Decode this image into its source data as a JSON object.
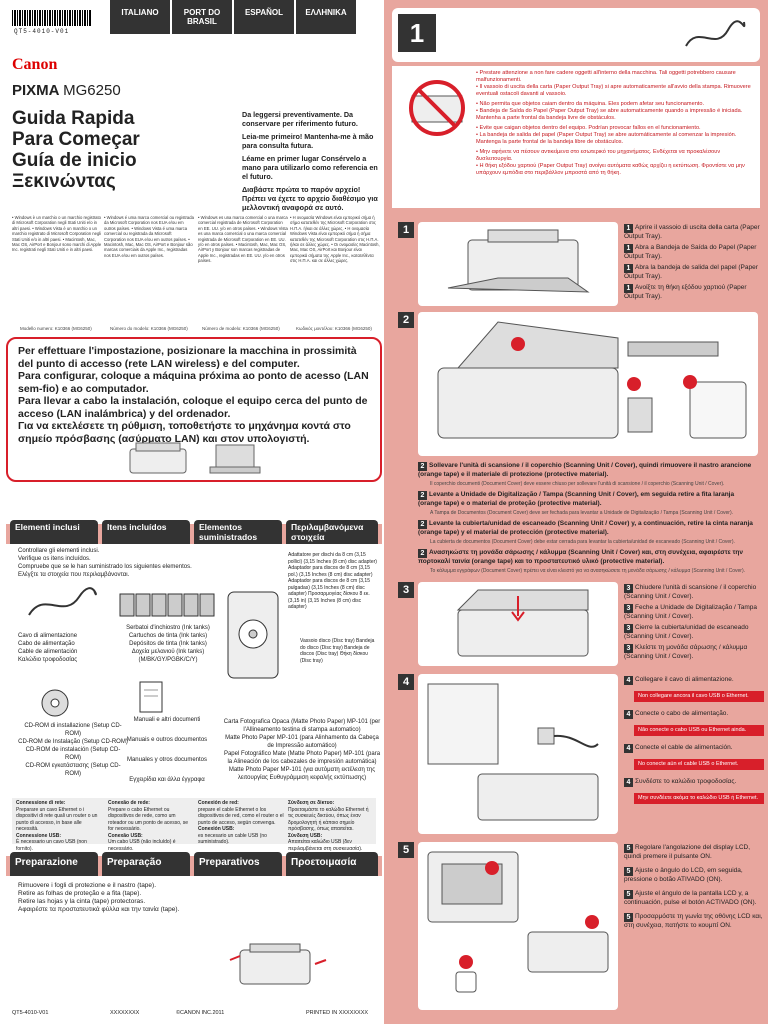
{
  "languages": [
    "ITALIANO",
    "PORT DO BRASIL",
    "ESPAÑOL",
    "ΕΛΛΗΝΙΚΑ"
  ],
  "barcode_text": "QT5-4010-V01",
  "brand": "Canon",
  "product": {
    "line": "PIXMA",
    "model": "MG6250"
  },
  "titles": [
    "Guida Rapida",
    "Para Começar",
    "Guía de inicio",
    "Ξεκινώντας"
  ],
  "keep_notes": [
    "Da leggersi preventivamente. Da conservare per riferimento futuro.",
    "Leia-me primeiro! Mantenha-me à mão para consulta futura.",
    "Léame en primer lugar Consérvelo a mano para utilizarlo como referencia en el futuro.",
    "Διαβάστε πρώτα το παρόν αρχείο! Πρέπει να έχετε το αρχείο διαθέσιμο για μελλοντική αναφορά σε αυτό."
  ],
  "legal": [
    "• Windows è un marchio o un marchio registrato di Microsoft Corporation negli Stati Uniti e/o in altri paesi. • Windows Vista è un marchio o un marchio registrato di Microsoft Corporation negli Stati Uniti e/o in altri paesi. • Macintosh, Mac, Mac OS, AirPort e Bonjour sono marchi di Apple Inc. registrati negli Stati Uniti e in altri paesi.",
    "• Windows é uma marca comercial ou registrada da Microsoft Corporation nos EUA e/ou em outros países. • Windows Vista é uma marca comercial ou registrada da Microsoft Corporation nos EUA e/ou em outros países. • Macintosh, Mac, Mac OS, AirPort e Bonjour são marcas comerciais da Apple Inc., registradas nos EUA e/ou em outros países.",
    "• Windows es una marca comercial o una marca comercial registrada de Microsoft Corporation en EE. UU. y/o en otros países. • Windows Vista es una marca comercial o una marca comercial registrada de Microsoft Corporation en EE. UU. y/o en otros países. • Macintosh, Mac, Mac OS, AirPort y Bonjour son marcas registradas de Apple Inc., registradas en EE. UU. y/o en otros países.",
    "• Η ονομασία Windows είναι εμπορικό σήμα ή σήμα κατατεθέν της Microsoft Corporation στις Η.Π.Α. ή/και σε άλλες χώρες. • Η ονομασία Windows Vista είναι εμπορικό σήμα ή σήμα κατατεθέν της Microsoft Corporation στις Η.Π.Α. ή/και σε άλλες χώρες. • Οι ονομασίες Macintosh, Mac, Mac OS, AirPort και Bonjour είναι εμπορικά σήματα της Apple Inc., κατατεθέντα στις Η.Π.Α. και σε άλλες χώρες."
  ],
  "model_numbers": [
    "Modello numero: K10366 (MG6250)",
    "Número do modelo: K10366 (MG6250)",
    "Número de modelo: K10366 (MG6250)",
    "Κωδικός μοντέλου: K10366 (MG6250)"
  ],
  "wireless_warning": [
    "Per effettuare l'impostazione, posizionare la macchina in prossimità del punto di accesso (rete LAN wireless) e del computer.",
    "Para configurar, coloque a máquina próxima ao ponto de acesso (LAN sem-fio) e ao computador.",
    "Para llevar a cabo la instalación, coloque el equipo cerca del punto de acceso (LAN inalámbrica) y del ordenador.",
    "Για να εκτελέσετε τη ρύθμιση, τοποθετήστε το μηχάνημα κοντά στο σημείο πρόσβασης (ασύρματο LAN) και στον υπολογιστή."
  ],
  "contents_tabs": [
    "Elementi inclusi",
    "Itens incluídos",
    "Elementos suministrados",
    "Περιλαμβανόμενα στοιχεία"
  ],
  "contents_intro": [
    "Controllare gli elementi inclusi.",
    "Verifique os itens incluídos.",
    "Compruebe que se le han suministrado los siguientes elementos.",
    "Ελέγξτε τα στοιχεία που περιλαμβάνονται."
  ],
  "adapter_label": "Adattatore per dischi da 8 cm (3,15 pollici) (3,15 Inches (8 cm) disc adapter) Adaptador para discos de 8 cm (3,15 pol.) (3,15 Inches (8 cm) disc adapter) Adaptador para discos de 8 cm (3,15 pulgadas) (3,15 Inches (8 cm) disc adapter) Προσαρμογέας δίσκου 8 εκ. (3,15 in) (3,15 Inches (8 cm) disc adapter)",
  "disc_tray_label": "Vassoio disco (Disc tray) Bandeja do disco (Disc tray) Bandeja de discos (Disc tray) Θήκη δίσκου (Disc tray)",
  "power_cord_label": [
    "Cavo di alimentazione",
    "Cabo de alimentação",
    "Cable de alimentación",
    "Καλώδιο τροφοδοσίας"
  ],
  "ink_label": [
    "Serbatoi d'inchiostro (Ink tanks)",
    "Cartuchos de tinta (Ink tanks)",
    "Depósitos de tinta (Ink tanks)",
    "Δοχεία μελανιού (Ink tanks)",
    "(M/BK/GY/PGBK/C/Y)"
  ],
  "cdrom_label": [
    "CD-ROM di installazione (Setup CD-ROM)",
    "CD-ROM de Instalação (Setup CD-ROM)",
    "CD-ROM de instalación (Setup CD-ROM)",
    "CD-ROM εγκατάστασης (Setup CD-ROM)"
  ],
  "manuals_label": [
    "Manuali e altri documenti",
    "Manuais e outros documentos",
    "Manuales y otros documentos",
    "Εγχειρίδια και άλλα έγγραφα"
  ],
  "photo_paper_label": [
    "Carta Fotografica Opaca (Matte Photo Paper) MP-101 (per l'Allineamento testina di stampa automatico)",
    "Matte Photo Paper MP-101 (para Alinhamento da Cabeça de Impressão automático)",
    "Papel Fotográfico Mate (Matte Photo Paper) MP-101 (para la Alineación de los cabezales de impresión automática)",
    "Matte Photo Paper MP-101 (για αυτόματη εκτέλεση της λειτουργίας Ευθυγράμμιση κεφαλής εκτύπωσης)"
  ],
  "connection": [
    {
      "title": "Connessione di rete:",
      "text": "Preparare un cavo Ethernet o i dispositivi di rete quali un router o un punto di accesso, in base alle necessità.",
      "usb_title": "Connessione USB:",
      "usb_text": "È necessario un cavo USB (non fornito)."
    },
    {
      "title": "Conexão de rede:",
      "text": "Prepare o cabo Ethernet ou dispositivos de rede, como um roteador ou um ponto de acesso, se for necessário.",
      "usb_title": "Conexão USB:",
      "usb_text": "Um cabo USB (não incluído) é necessário."
    },
    {
      "title": "Conexión de red:",
      "text": "prepare el cable Ethernet o los dispositivos de red, como el router o el punto de acceso, según convenga.",
      "usb_title": "Conexión USB:",
      "usb_text": "es necesario un cable USB (no suministrado)."
    },
    {
      "title": "Σύνδεση σε δίκτυο:",
      "text": "Προετοιμάστε το καλώδιο Ethernet ή τις συσκευές δικτύου, όπως έναν δρομολογητή ή κάποιο σημείο πρόσβασης, όπως απαιτείται.",
      "usb_title": "Σύνδεση USB:",
      "usb_text": "Απαιτείται καλώδιο USB (δεν περιλαμβάνεται στη συσκευασία)."
    }
  ],
  "prep_tabs": [
    "Preparazione",
    "Preparação",
    "Preparativos",
    "Προετοιμασία"
  ],
  "prep_text": [
    "Rimuovere i fogli di protezione e il nastro (tape).",
    "Retire as folhas de proteção e a fita (tape).",
    "Retire las hojas y la cinta (tape) protectoras.",
    "Αφαιρέστε τα προστατευτικά φύλλα και την ταινία (tape)."
  ],
  "footer": {
    "code": "QT5-4010-V01",
    "x": "XXXXXXXX",
    "copy": "©CANON INC.2011",
    "printed": "PRINTED IN XXXXXXXX"
  },
  "step_big": "1",
  "caution_lines": [
    "• Prestare attenzione a non fare cadere oggetti all'interno della macchina. Tali oggetti potrebbero causare malfunzionamenti.",
    "• Il vassoio di uscita della carta (Paper Output Tray) si apre automaticamente all'avvio della stampa. Rimuovere eventuali ostacoli davanti al vassoio.",
    "• Não permita que objetos caiam dentro da máquina. Eles podem afetar seu funcionamento.",
    "• Bandeja de Saída do Papel (Paper Output Tray) se abre automaticamente quando a impressão é iniciada. Mantenha a parte frontal da bandeja livre de obstáculos.",
    "• Evite que caigan objetos dentro del equipo. Podrían provocar fallos en el funcionamiento.",
    "• La bandeja de salida del papel (Paper Output Tray) se abre automáticamente al comenzar la impresión. Mantenga la parte frontal de la bandeja libre de obstáculos.",
    "• Μην αφήνετε να πέσουν αντικείμενα στο εσωτερικό του μηχανήματος. Ενδέχεται να προκαλέσουν δυσλειτουργία.",
    "• Η θήκη εξόδου χαρτιού (Paper Output Tray) ανοίγει αυτόματα καθώς αρχίζει η εκτύπωση. Φροντίστε να μην υπάρχουν εμπόδια στο περιβάλλον μπροστά από τη θήκη."
  ],
  "step1": [
    "Aprire il vassoio di uscita della carta (Paper Output Tray).",
    "Abra a Bandeja de Saída do Papel (Paper Output Tray).",
    "Abra la bandeja de salida del papel (Paper Output Tray).",
    "Ανοίξτε τη θήκη εξόδου χαρτιού (Paper Output Tray)."
  ],
  "step2": [
    "Sollevare l'unità di scansione / il coperchio (Scanning Unit / Cover), quindi rimuovere il nastro arancione (orange tape) e il materiale di protezione (protective material).",
    "Il coperchio documenti (Document Cover) deve essere chiuso per sollevare l'unità di scansione / il coperchio (Scanning Unit / Cover).",
    "Levante a Unidade de Digitalização / Tampa (Scanning Unit / Cover), em seguida retire a fita laranja (orange tape) e o material de proteção (protective material).",
    "A Tampa de Documentos (Document Cover) deve ser fechada para levantar a Unidade de Digitalização / Tampa (Scanning Unit / Cover).",
    "Levante la cubierta/unidad de escaneado (Scanning Unit / Cover) y, a continuación, retire la cinta naranja (orange tape) y el material de protección (protective material).",
    "La cubierta de documentos (Document Cover) debe estar cerrada para levantar la cubierta/unidad de escaneado (Scanning Unit / Cover).",
    "Ανασηκώστε τη μονάδα σάρωσης / κάλυμμα (Scanning Unit / Cover) και, στη συνέχεια, αφαιρέστε την πορτοκαλί ταινία (orange tape) και το προστατευτικό υλικό (protective material).",
    "Το κάλυμμα εγγράφων (Document Cover) πρέπει να είναι κλειστό για να ανασηκώσετε τη μονάδα σάρωσης / κάλυμμα (Scanning Unit / Cover)."
  ],
  "step3": [
    "Chiudere l'unità di scansione / il coperchio (Scanning Unit / Cover).",
    "Feche a Unidade de Digitalização / Tampa (Scanning Unit / Cover).",
    "Cierre la cubierta/unidad de escaneado (Scanning Unit / Cover).",
    "Κλείστε τη μονάδα σάρωσης / κάλυμμα (Scanning Unit / Cover)."
  ],
  "step4": [
    {
      "text": "Collegare il cavo di alimentazione.",
      "note": "Non collegare ancora il cavo USB o Ethernet."
    },
    {
      "text": "Conecte o cabo de alimentação.",
      "note": "Não conecte o cabo USB ou Ethernet ainda."
    },
    {
      "text": "Conecte el cable de alimentación.",
      "note": "No conecte aún el cable USB o Ethernet."
    },
    {
      "text": "Συνδέστε το καλώδιο τροφοδοσίας.",
      "note": "Μην συνδέετε ακόμα το καλώδιο USB ή Ethernet."
    }
  ],
  "step5": [
    "Regolare l'angolazione del display LCD, quindi premere il pulsante ON.",
    "Ajuste o ângulo do LCD, em seguida, pressione o botão ATIVADO (ON).",
    "Ajuste el ángulo de la pantalla LCD y, a continuación, pulse el botón ACTIVADO (ON).",
    "Προσαρμόστε τη γωνία της οθόνης LCD και, στη συνέχεια, πατήστε το κουμπί ON."
  ],
  "step_labels": [
    "1",
    "2",
    "3",
    "4",
    "5"
  ],
  "colors": {
    "accent": "#d81f2a",
    "panel": "#e8a69e",
    "tab": "#333333"
  }
}
